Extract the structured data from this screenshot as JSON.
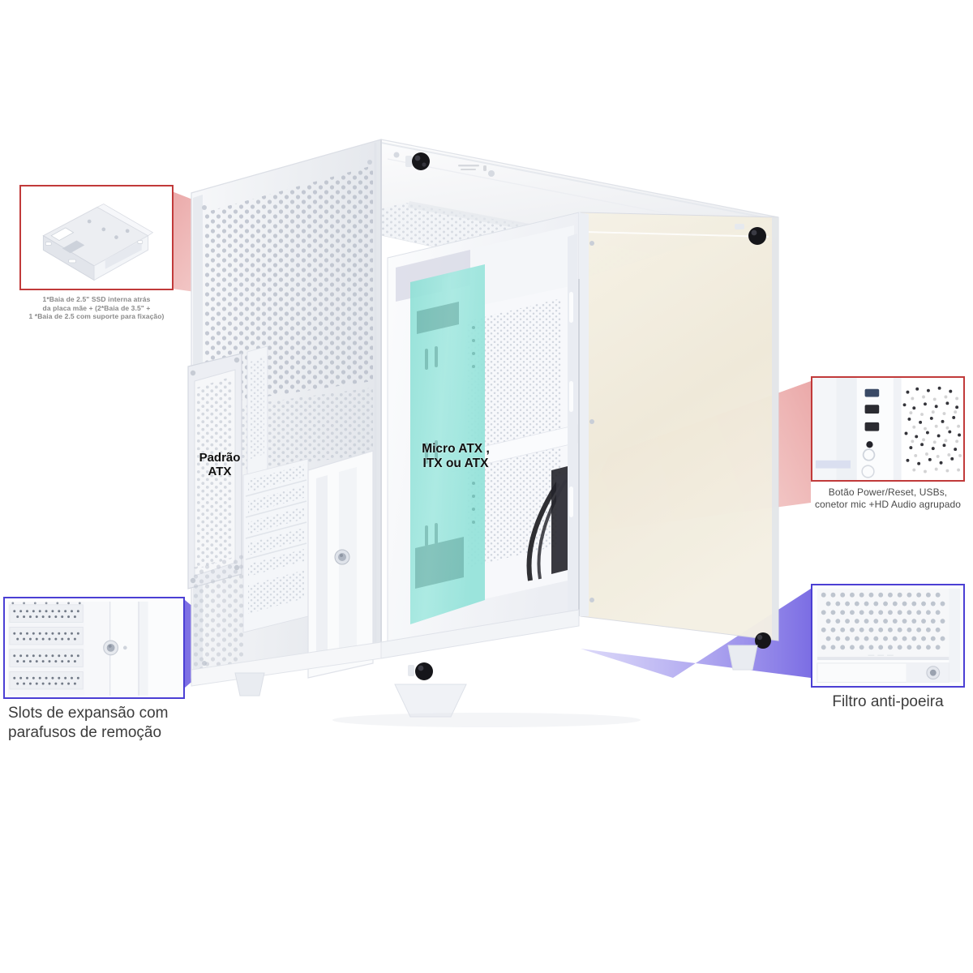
{
  "page": {
    "title": "Gabinete PC - diagrama de recursos anotado",
    "language": "pt-BR",
    "background_color": "#ffffff"
  },
  "colors": {
    "callout_red": "#c13a3a",
    "callout_blue": "#4b3fd4",
    "cone_red": "#e8a0a0",
    "cone_blue": "#6a5ae0",
    "motherboard_highlight_cyan": "#9fe4dc",
    "case_white": "#f4f5f7",
    "glass_panel": "#f3efe2",
    "thumbscrew_black": "#1b1b1f"
  },
  "product": {
    "type": "computer-case",
    "color": "white",
    "view": "isometric-three-quarter",
    "panels": [
      "mesh-side-panel",
      "tempered-glass-side-panel",
      "top-mesh-panel"
    ],
    "feet_count": 2
  },
  "inline_labels": [
    {
      "id": "psu-standard",
      "text": "Padrão\nATX",
      "meaning": "Padrão ATX - fonte de alimentação",
      "color": "#111111"
    },
    {
      "id": "motherboard-support",
      "text": "Micro ATX ,\nITX ou ATX",
      "meaning": "Suporte a placa-mãe Micro ATX, ITX ou ATX",
      "color": "#111111"
    }
  ],
  "callouts": [
    {
      "id": "drive-bays",
      "position": "top-left",
      "border_color": "#c13a3a",
      "cone_color": "#e8a0a0",
      "thumbnail": "drive-cage-bracket",
      "caption": "1*Baia de 2.5\" SSD interna atrás\nda placa mãe + (2*Baia de 3.5\" +\n1 *Baia de 2.5 com suporte  para fixação)"
    },
    {
      "id": "front-io",
      "position": "right-middle",
      "border_color": "#c13a3a",
      "cone_color": "#e8a0a0",
      "thumbnail": "front-io-panel",
      "caption": "Botão Power/Reset, USBs,\nconetor mic +HD Audio agrupado"
    },
    {
      "id": "dust-filter",
      "position": "right-bottom",
      "border_color": "#4b3fd4",
      "cone_color": "#6a5ae0",
      "thumbnail": "dust-filter-mesh",
      "caption": "Filtro anti-poeira"
    },
    {
      "id": "expansion-slots",
      "position": "bottom-left",
      "border_color": "#4b3fd4",
      "cone_color": "#6a5ae0",
      "thumbnail": "expansion-slot-covers",
      "caption": "Slots de expansão com\nparafusos de remoção"
    }
  ]
}
